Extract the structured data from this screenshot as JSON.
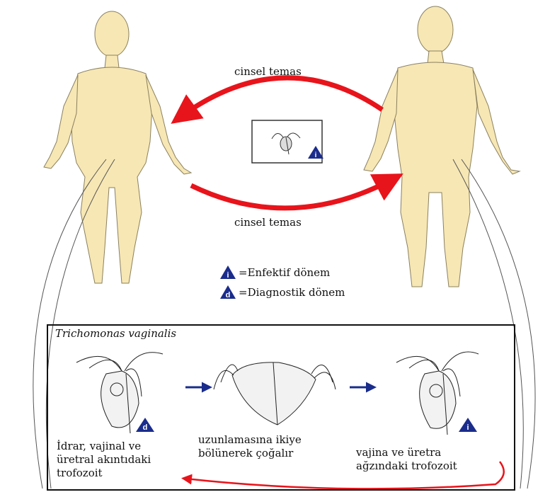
{
  "top": {
    "arrow_top_label": "cinsel temas",
    "arrow_bottom_label": "cinsel temas"
  },
  "legend": {
    "infective": {
      "badge": "i",
      "text": "=Enfektif dönem"
    },
    "diagnostic": {
      "badge": "d",
      "text": "=Diagnostik dönem"
    }
  },
  "box": {
    "title": "Trichomonas vaginalis",
    "stages": [
      {
        "caption_lines": [
          "İdrar, vajinal ve",
          "üretral akıntıdaki",
          "trofozoit"
        ],
        "badge": "d"
      },
      {
        "caption_lines": [
          "uzunlamasına ikiye",
          "bölünerek çoğalır"
        ]
      },
      {
        "caption_lines": [
          "vajina ve üretra",
          "ağzındaki trofozoit"
        ],
        "badge": "i"
      }
    ]
  },
  "center_badge": "i",
  "colors": {
    "skin": "#f7e7b4",
    "skin_outline": "#8a8060",
    "arrow_red": "#e8141b",
    "arrow_blue": "#1a2c8c",
    "badge_blue": "#1a2c8c"
  }
}
